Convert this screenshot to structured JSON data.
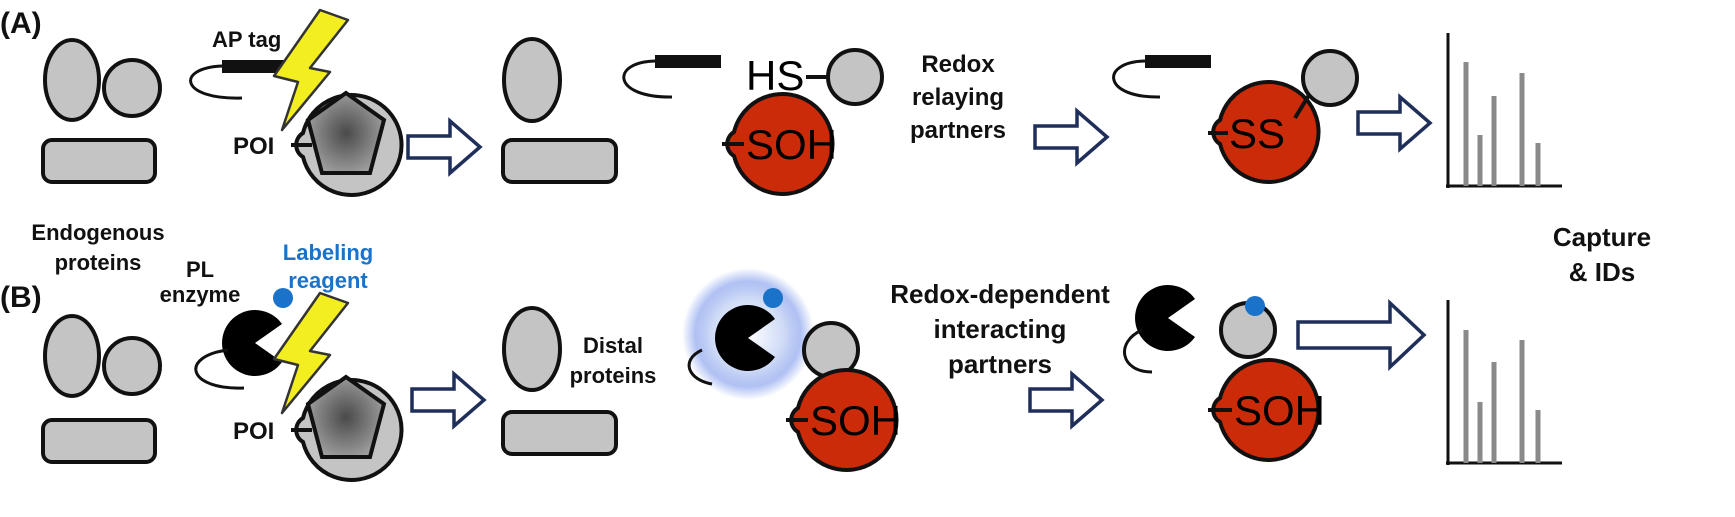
{
  "panels": {
    "a_label": "(A)",
    "b_label": "(B)"
  },
  "labels": {
    "ap_tag": "AP tag",
    "poi": "POI",
    "endogenous_line1": "Endogenous",
    "endogenous_line2": "proteins",
    "hs": "HS",
    "soh": "SOH",
    "ss": "SS",
    "redox_relaying_line1": "Redox",
    "redox_relaying_line2": "relaying",
    "redox_relaying_line3": "partners",
    "capture_line1": "Capture",
    "capture_line2": "& IDs",
    "pl_line1": "PL",
    "pl_line2": "enzyme",
    "labeling_line1": "Labeling",
    "labeling_line2": "reagent",
    "distal_line1": "Distal",
    "distal_line2": "proteins",
    "redox_dependent_line1": "Redox-dependent",
    "redox_dependent_line2": "interacting",
    "redox_dependent_line3": "partners"
  },
  "colors": {
    "oxidized_poi": "#cc2b0a",
    "reduced_protein": "#c4c4c4",
    "labeling_reagent": "#1a73c9",
    "lightning": "#f3ee1f",
    "arrow": "#1f2f5a"
  }
}
